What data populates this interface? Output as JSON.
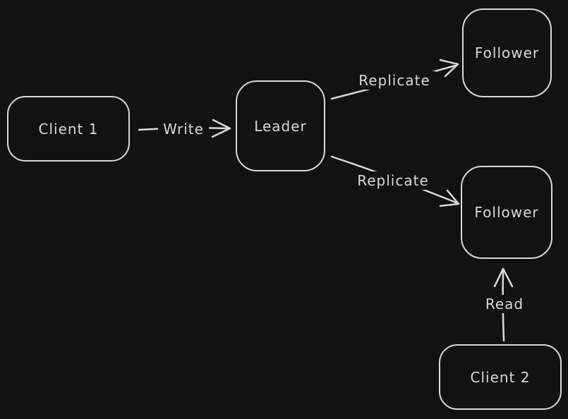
{
  "canvas": {
    "background": "#121212",
    "stroke_color": "#d9d9d9",
    "style": "hand-drawn-whiteboard"
  },
  "nodes": [
    {
      "id": "client-1",
      "label": "Client 1"
    },
    {
      "id": "leader",
      "label": "Leader"
    },
    {
      "id": "follower-top",
      "label": "Follower"
    },
    {
      "id": "follower-bottom",
      "label": "Follower"
    },
    {
      "id": "client-2",
      "label": "Client 2"
    }
  ],
  "edges": [
    {
      "id": "write",
      "label": "Write",
      "from": "client-1",
      "to": "leader"
    },
    {
      "id": "replicate-top",
      "label": "Replicate",
      "from": "leader",
      "to": "follower-top"
    },
    {
      "id": "replicate-bottom",
      "label": "Replicate",
      "from": "leader",
      "to": "follower-bottom"
    },
    {
      "id": "read",
      "label": "Read",
      "from": "client-2",
      "to": "follower-bottom"
    }
  ]
}
